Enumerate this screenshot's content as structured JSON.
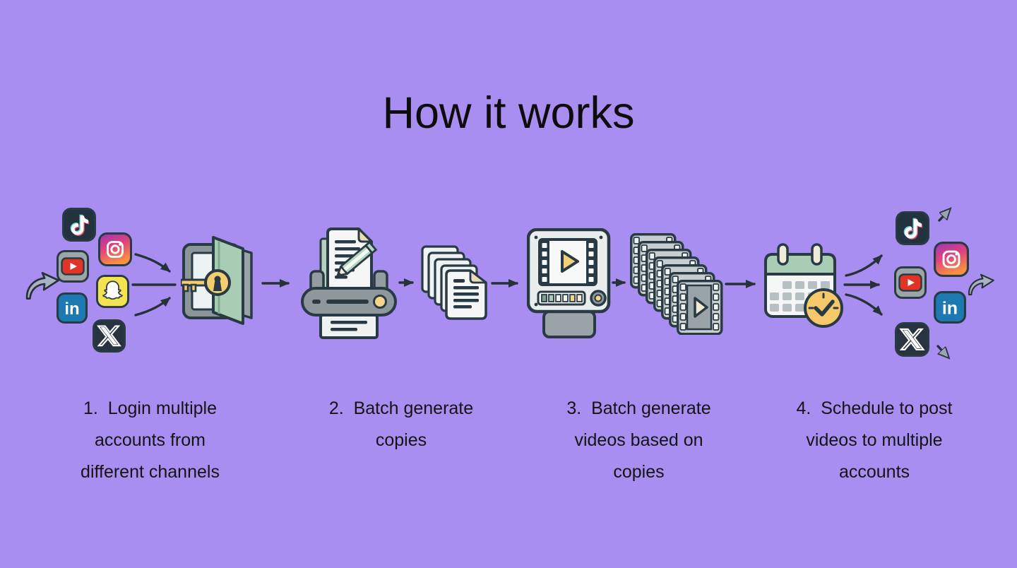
{
  "title": "How it works",
  "labels": {
    "linkedin": "in"
  },
  "steps": [
    {
      "lines": [
        "1.  Login multiple",
        "accounts from",
        "different channels"
      ]
    },
    {
      "lines": [
        "2.  Batch generate",
        "copies"
      ]
    },
    {
      "lines": [
        "3.  Batch generate",
        "videos based on",
        "copies"
      ]
    },
    {
      "lines": [
        "4.  Schedule to post",
        "videos to multiple",
        "accounts"
      ]
    }
  ],
  "flow": {
    "source_channels": [
      "TikTok",
      "Instagram",
      "YouTube",
      "Snapchat",
      "LinkedIn",
      "X"
    ],
    "destination_channels": [
      "TikTok",
      "Instagram",
      "YouTube",
      "LinkedIn",
      "X"
    ],
    "stages": [
      "login-door",
      "copy-generator-printer",
      "copies-stack",
      "video-generator",
      "videos-stack",
      "schedule-calendar"
    ]
  },
  "colors": {
    "background": "#a98ef2",
    "text": "#141414",
    "outline": "#2a3a44",
    "door_green": "#a9ccb4",
    "key_gold": "#f3cd6f",
    "clock_yellow": "#f5c96a",
    "youtube_red": "#e23327",
    "snapchat_yellow": "#f3e44f",
    "linkedin_blue": "#1d79b2",
    "tiktok_bg": "#22333d",
    "x_bg": "#273440",
    "share_gray": "#a9b2c4",
    "instagram_gradient": [
      "#9b36b7",
      "#e0447c",
      "#f79043"
    ]
  }
}
